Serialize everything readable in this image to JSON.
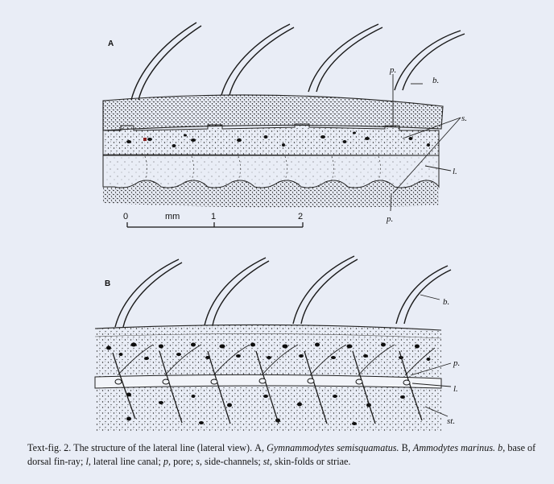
{
  "panel_a": {
    "letter": "A",
    "labels": {
      "pore_top": "p.",
      "base": "b.",
      "side": "s.",
      "canal": "l.",
      "pore_bottom": "p."
    },
    "scale": {
      "zero": "0",
      "unit": "mm",
      "one": "1",
      "two": "2"
    }
  },
  "panel_b": {
    "letter": "B",
    "labels": {
      "base": "b.",
      "pore": "p.",
      "canal": "l.",
      "striae": "st."
    }
  },
  "caption": {
    "lead": "Text-fig. 2. The structure of the lateral line (lateral view).",
    "a_letter": "A,",
    "a_species": "Gymnammodytes semisquamatus.",
    "b_letter": "B,",
    "b_species": "Ammodytes marinus.",
    "b_abbr": "b,",
    "b_def": "base of dorsal fin-ray;",
    "l_abbr": "l,",
    "l_def": "lateral line canal;",
    "p_abbr": "p,",
    "p_def": "pore;",
    "s_abbr": "s,",
    "s_def": "side-channels;",
    "st_abbr": "st,",
    "st_def": "skin-folds or striae."
  }
}
